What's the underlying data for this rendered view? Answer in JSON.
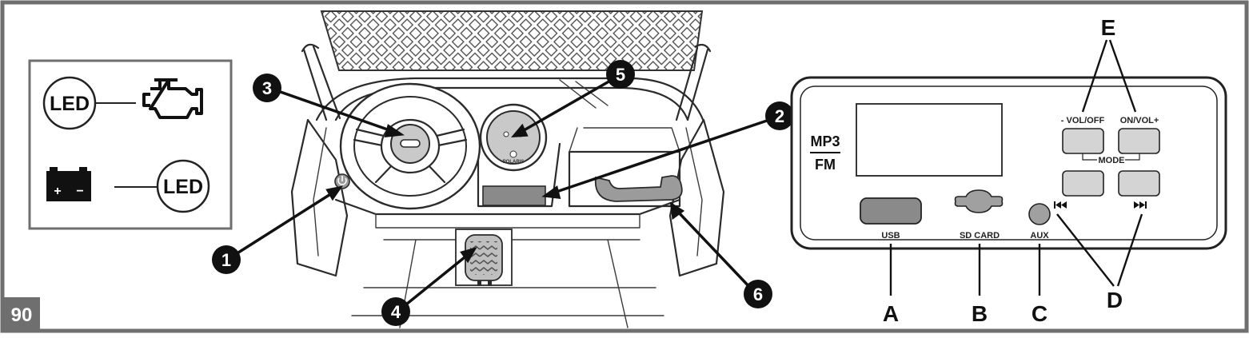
{
  "figure_number": "90",
  "legend": {
    "led_top": "LED",
    "led_bottom": "LED",
    "battery_plus": "+",
    "battery_minus": "−",
    "engine_icon": "engine-check-icon",
    "battery_icon": "battery-icon"
  },
  "callouts": [
    "1",
    "2",
    "3",
    "4",
    "5",
    "6"
  ],
  "dashboard": {
    "gauge_brand": "POLARIS",
    "power_icon": "power-icon"
  },
  "radio": {
    "title_top": "MP3",
    "title_bottom": "FM",
    "vol_minus": "- VOL/OFF",
    "vol_plus": "ON/VOL+",
    "mode": "MODE",
    "prev_icon": "prev-track-icon",
    "next_icon": "next-track-icon",
    "port_usb": "USB",
    "port_sd": "SD CARD",
    "port_aux": "AUX"
  },
  "letters": {
    "a": "A",
    "b": "B",
    "c": "C",
    "d": "D",
    "e": "E"
  }
}
